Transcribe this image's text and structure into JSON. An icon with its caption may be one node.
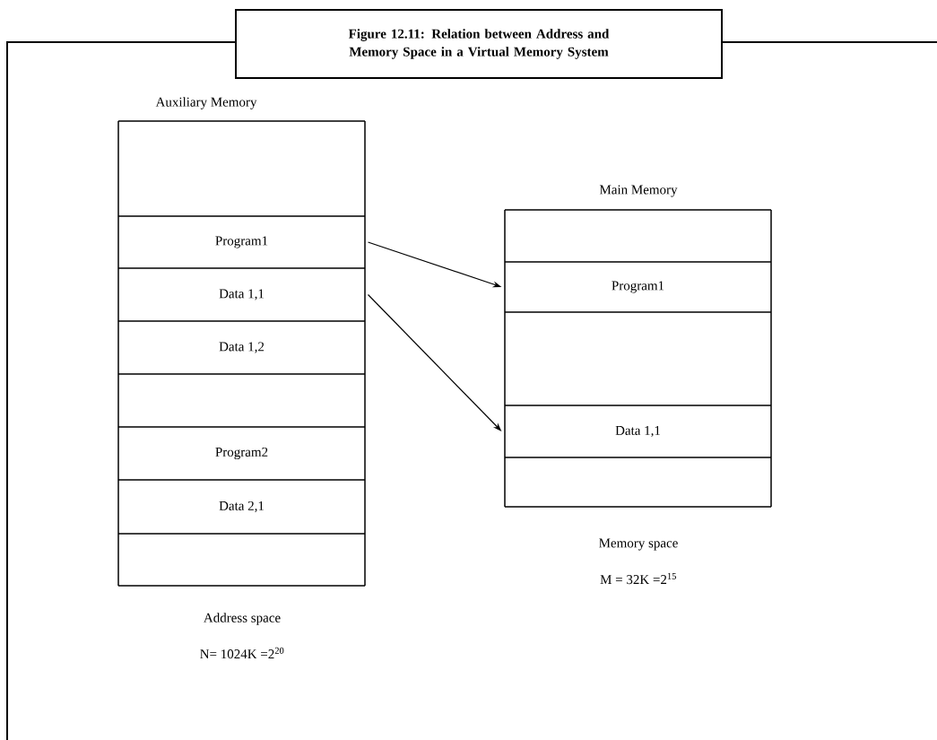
{
  "diagram": {
    "title": "Figure 12.11: Relation between Address and Memory Space in a Virtual Memory System",
    "nodes": [
      {
        "text": [
          "Auxiliary Memory"
        ],
        "beside": [
          "Address space",
          "N= 1024K =2$^{20}$"
        ]
      },
      {
        "text": [],
        "shape": "box",
        "in": 0
      },
      {
        "text": [
          "Program1"
        ],
        "in": 0
      },
      {
        "text": [
          "Data 1,1"
        ],
        "in": 0
      },
      {
        "text": [
          "Data 1,2"
        ],
        "in": 0
      },
      {
        "text": [],
        "shape": "box",
        "in": 0
      },
      {
        "text": [
          "Program2"
        ],
        "in": 0
      },
      {
        "text": [
          "Data 2,1"
        ],
        "in": 0
      },
      {
        "text": [],
        "shape": "box",
        "in": 0
      },
      {
        "text": [
          "Main Memory"
        ],
        "beside": [
          "Memory space",
          "M = 32K =2$^{15}$"
        ]
      },
      {
        "text": [],
        "shape": "box",
        "in": 9
      },
      {
        "text": [
          "Program1"
        ],
        "in": 9
      },
      {
        "text": [],
        "shape": "box",
        "in": 9
      },
      {
        "text": [
          "Data 1,1"
        ],
        "in": 9
      },
      {
        "text": [],
        "shape": "box",
        "in": 9
      }
    ],
    "edges": [
      {
        "from": 2,
        "to": 11,
        "arrow": "to"
      },
      {
        "from": 3,
        "to": 13,
        "arrow": "to"
      }
    ]
  }
}
